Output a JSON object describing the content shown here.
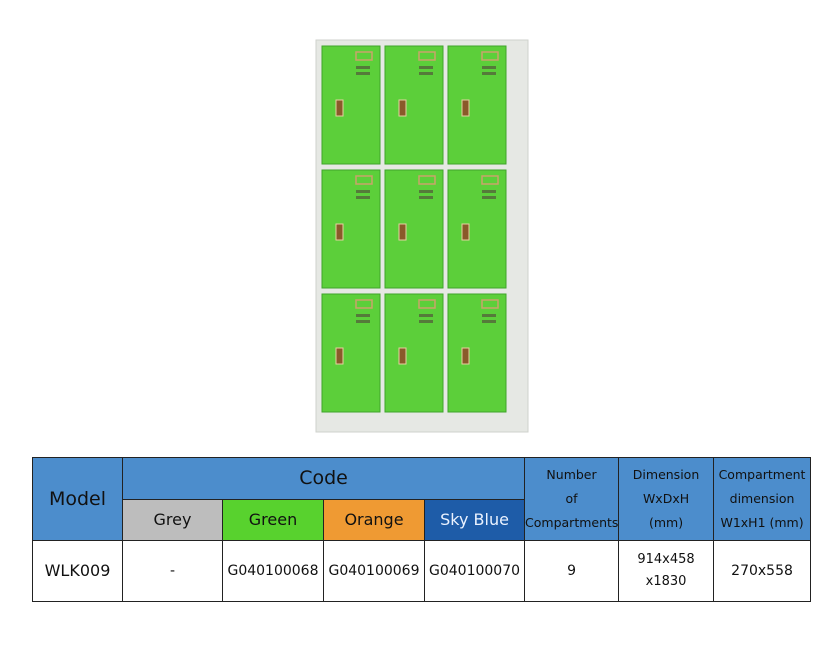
{
  "product": {
    "image": "green-9-door-locker",
    "door_count": 9,
    "body_color": "#e6e8e4",
    "door_color": "#5ccf3a"
  },
  "table": {
    "headers": {
      "model": "Model",
      "code": "Code",
      "colors": [
        {
          "label": "Grey",
          "bg": "#bdbdbd"
        },
        {
          "label": "Green",
          "bg": "#58d22e"
        },
        {
          "label": "Orange",
          "bg": "#ef9a33"
        },
        {
          "label": "Sky Blue",
          "bg": "#1e5ca8"
        }
      ],
      "number_lines": [
        "Number",
        "of",
        "Compartments"
      ],
      "dimension_lines": [
        "Dimension",
        "WxDxH",
        "(mm)"
      ],
      "compartment_lines": [
        "Compartment",
        "dimension",
        "W1xH1 (mm)"
      ]
    },
    "rows": [
      {
        "model": "WLK009",
        "grey": "-",
        "green": "G040100068",
        "orange": "G040100069",
        "sky_blue": "G040100070",
        "compartments": "9",
        "dimension_lines": [
          "914x458",
          "x1830"
        ],
        "compartment_dimension": "270x558"
      }
    ]
  }
}
